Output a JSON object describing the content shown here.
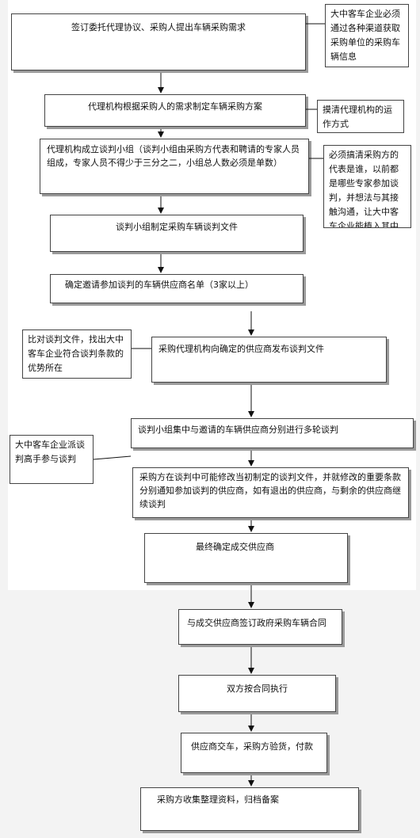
{
  "steps": [
    "签订委托代理协议、采购人提出车辆采购需求",
    "代理机构根据采购人的需求制定车辆采购方案",
    "代理机构成立谈判小组（谈判小组由采购方代表和聘请的专家人员组成，专家人员不得少于三分之二，小组总人数必须是单数）",
    "谈判小组制定采购车辆谈判文件",
    "确定邀请参加谈判的车辆供应商名单（3家以上）",
    "采购代理机构向确定的供应商发布谈判文件",
    "谈判小组集中与邀请的车辆供应商分别进行多轮谈判",
    "采购方在谈判中可能修改当初制定的谈判文件，并就修改的重要条款分别通知参加谈判的供应商，如有退出的供应商，与剩余的供应商继续谈判",
    "最终确定成交供应商",
    "与成交供应商签订政府采购车辆合同",
    "双方按合同执行",
    "供应商交车，采购方验货，付款",
    "采购方收集整理资料，归档备案"
  ],
  "notes": [
    "大中客车企业必须通过各种渠道获取采购单位的采购车辆信息",
    "摸清代理机构的运作方式",
    "必须搞清采购方的代表是谁，以前都是哪些专家参加谈判，并想法与其接触沟通，让大中客车企业能植入其中",
    "比对谈判文件，找出大中客车企业符合谈判条款的优势所在",
    "大中客车企业派谈判高手参与谈判"
  ]
}
